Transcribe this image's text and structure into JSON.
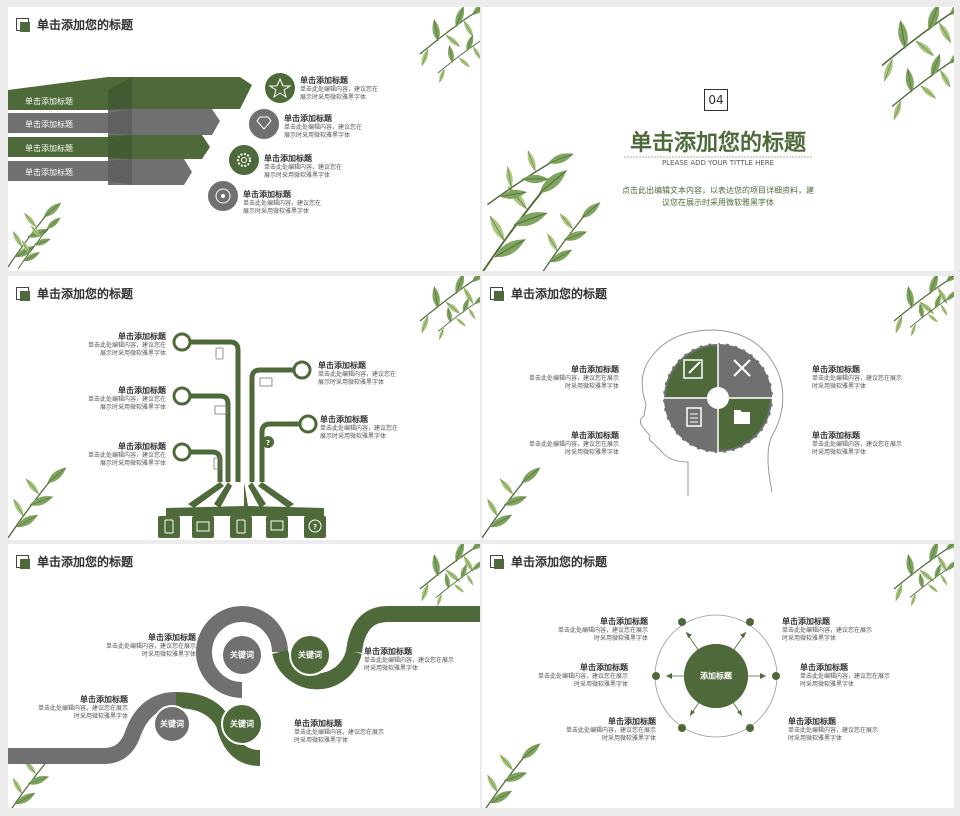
{
  "colors": {
    "accent": "#4e6a3a",
    "gray": "#707070",
    "leaf": "#7fa45e"
  },
  "heading": "单击添加您的标题",
  "slide1": {
    "bars": [
      "单击添加标题",
      "单击添加标题",
      "单击添加标题",
      "单击添加标题"
    ],
    "items": [
      {
        "title": "单击添加标题",
        "body": [
          "单击此处编辑内容，建议您在",
          "展示时采用微软雅黑字体"
        ],
        "icon": "star-icon"
      },
      {
        "title": "单击添加标题",
        "body": [
          "单击此处编辑内容，建议您在",
          "展示时采用微软雅黑字体"
        ],
        "icon": "diamond-icon"
      },
      {
        "title": "单击添加标题",
        "body": [
          "单击此处编辑内容，建议您在",
          "展示时采用微软雅黑字体"
        ],
        "icon": "gear-icon"
      },
      {
        "title": "单击添加标题",
        "body": [
          "单击此处编辑内容，建议您在",
          "展示时采用微软雅黑字体"
        ],
        "icon": "disc-icon"
      }
    ]
  },
  "slide2": {
    "number": "04",
    "title": "单击添加您的标题",
    "subtitle": "PLEASE ADD YOUR TITTLE HERE",
    "body": [
      "点击此出编辑文本内容，以表达您的项目详细资料，建",
      "议您在展示时采用微软雅黑字体"
    ]
  },
  "slide3": {
    "left": [
      {
        "title": "单击添加标题",
        "body": [
          "单击此处编辑内容，建议您在",
          "展示时采用微软雅黑字体"
        ]
      },
      {
        "title": "单击添加标题",
        "body": [
          "单击此处编辑内容，建议您在",
          "展示时采用微软雅黑字体"
        ]
      },
      {
        "title": "单击添加标题",
        "body": [
          "单击此处编辑内容，建议您在",
          "展示时采用微软雅黑字体"
        ]
      }
    ],
    "right": [
      {
        "title": "单击添加标题",
        "body": [
          "单击此处编辑内容，建议您在",
          "展示时采用微软雅黑字体"
        ]
      },
      {
        "title": "单击添加标题",
        "body": [
          "单击此处编辑内容，建议您在",
          "展示时采用微软雅黑字体"
        ]
      }
    ]
  },
  "slide4": {
    "items": [
      {
        "title": "单击添加标题",
        "body": [
          "单击此处编辑内容，建议您在展示",
          "时采用微软雅黑字体"
        ]
      },
      {
        "title": "单击添加标题",
        "body": [
          "单击此处编辑内容，建议您在展示",
          "时采用微软雅黑字体"
        ]
      },
      {
        "title": "单击添加标题",
        "body": [
          "单击此处编辑内容，建议您在展示",
          "时采用微软雅黑字体"
        ]
      },
      {
        "title": "单击添加标题",
        "body": [
          "单击此处编辑内容，建议您在展示",
          "时采用微软雅黑字体"
        ]
      }
    ]
  },
  "slide5": {
    "keywords": [
      "关键词",
      "关键词",
      "关键词",
      "关键词"
    ],
    "items": [
      {
        "title": "单击添加标题",
        "body": [
          "单击此处编辑内容，建议您在展示",
          "时采用微软雅黑字体"
        ]
      },
      {
        "title": "单击添加标题",
        "body": [
          "单击此处编辑内容，建议您在展示",
          "时采用微软雅黑字体"
        ]
      },
      {
        "title": "单击添加标题",
        "body": [
          "单击此处编辑内容，建议您在展示",
          "时采用微软雅黑字体"
        ]
      },
      {
        "title": "单击添加标题",
        "body": [
          "单击此处编辑内容，建议您在展示",
          "时采用微软雅黑字体"
        ]
      }
    ]
  },
  "slide6": {
    "center": "添加标题",
    "items": [
      {
        "title": "单击添加标题",
        "body": [
          "单击此处编辑内容，建议您在展示",
          "时采用微软雅黑字体"
        ]
      },
      {
        "title": "单击添加标题",
        "body": [
          "单击此处编辑内容，建议您在展示",
          "时采用微软雅黑字体"
        ]
      },
      {
        "title": "单击添加标题",
        "body": [
          "单击此处编辑内容，建议您在展示",
          "时采用微软雅黑字体"
        ]
      },
      {
        "title": "单击添加标题",
        "body": [
          "单击此处编辑内容，建议您在展示",
          "时采用微软雅黑字体"
        ]
      },
      {
        "title": "单击添加标题",
        "body": [
          "单击此处编辑内容，建议您在展示",
          "时采用微软雅黑字体"
        ]
      },
      {
        "title": "单击添加标题",
        "body": [
          "单击此处编辑内容，建议您在展示",
          "时采用微软雅黑字体"
        ]
      }
    ]
  }
}
